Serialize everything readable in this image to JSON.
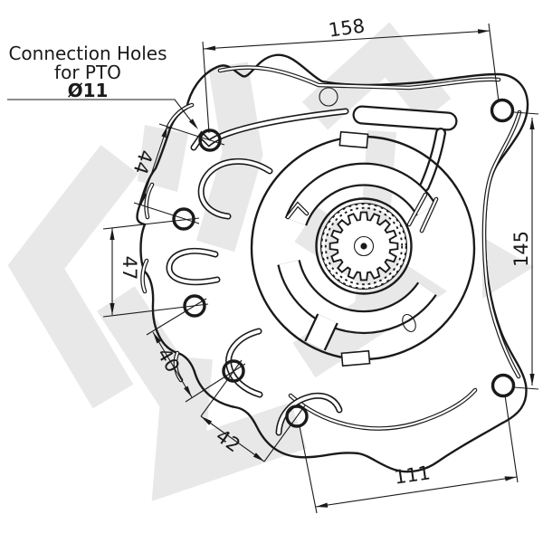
{
  "drawing": {
    "callout": {
      "line1": "Connection Holes",
      "line2": "for PTO",
      "diameter_label": "Ø11"
    },
    "dimensions": {
      "width_top": "158",
      "height_right": "145",
      "width_bottom": "111",
      "hole_spacing": [
        "44",
        "47",
        "40",
        "42"
      ]
    },
    "colors": {
      "line": "#1a1a1a",
      "watermark": "#e8e8e8",
      "background": "#ffffff"
    }
  }
}
